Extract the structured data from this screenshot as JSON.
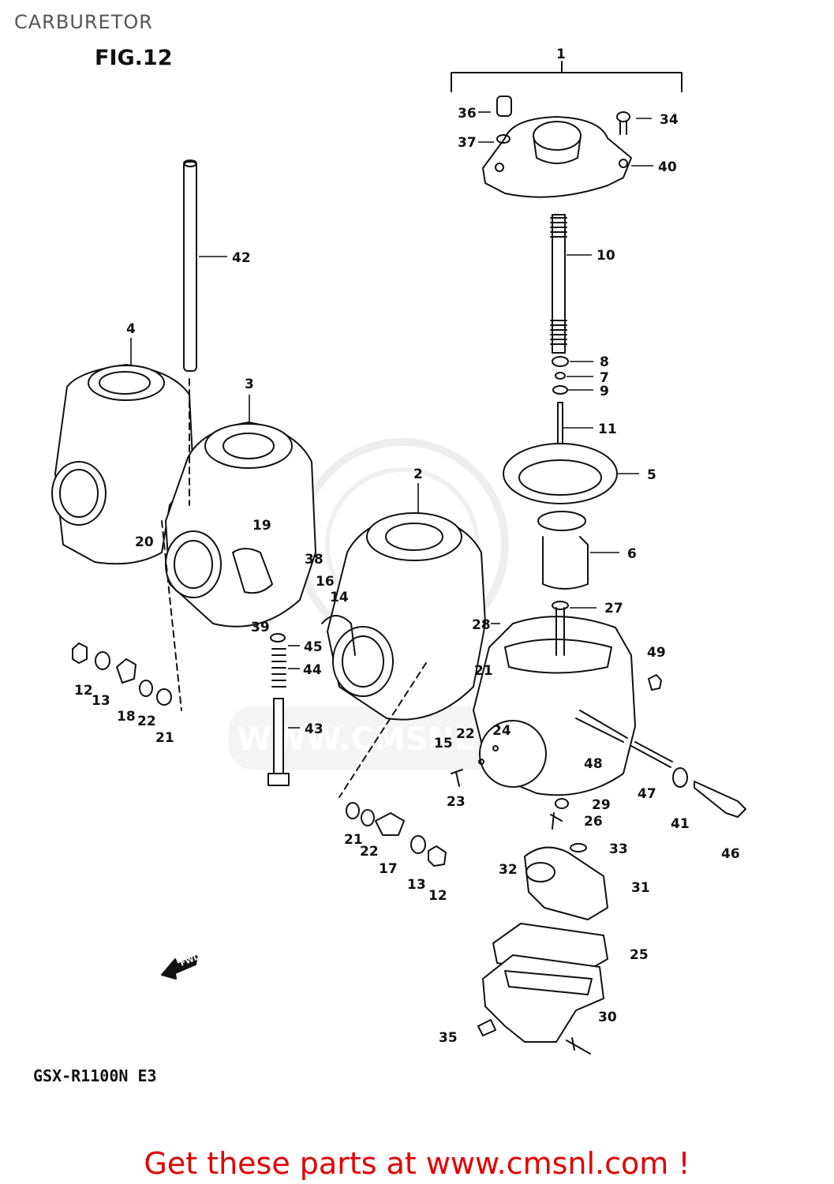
{
  "header": {
    "title": "CARBURETOR"
  },
  "figure": {
    "label": "FIG.12",
    "model": "GSX-R1100N E3",
    "fwd_label": "FWD",
    "watermark": "WWW.CMSNL.COM"
  },
  "footer": {
    "cta": "Get these parts at www.cmsnl.com !"
  },
  "colors": {
    "line": "#111111",
    "cta": "#e00000",
    "watermark": "#d8d8d8"
  },
  "callouts": [
    {
      "num": "1"
    },
    {
      "num": "36"
    },
    {
      "num": "34"
    },
    {
      "num": "37"
    },
    {
      "num": "40"
    },
    {
      "num": "10"
    },
    {
      "num": "42"
    },
    {
      "num": "8"
    },
    {
      "num": "7"
    },
    {
      "num": "9"
    },
    {
      "num": "11"
    },
    {
      "num": "4"
    },
    {
      "num": "3"
    },
    {
      "num": "5"
    },
    {
      "num": "2"
    },
    {
      "num": "6"
    },
    {
      "num": "19"
    },
    {
      "num": "20"
    },
    {
      "num": "38"
    },
    {
      "num": "16"
    },
    {
      "num": "14"
    },
    {
      "num": "27"
    },
    {
      "num": "39"
    },
    {
      "num": "28"
    },
    {
      "num": "45"
    },
    {
      "num": "49"
    },
    {
      "num": "44"
    },
    {
      "num": "21"
    },
    {
      "num": "12"
    },
    {
      "num": "13"
    },
    {
      "num": "18"
    },
    {
      "num": "22"
    },
    {
      "num": "21"
    },
    {
      "num": "43"
    },
    {
      "num": "22"
    },
    {
      "num": "24"
    },
    {
      "num": "15"
    },
    {
      "num": "48"
    },
    {
      "num": "47"
    },
    {
      "num": "23"
    },
    {
      "num": "29"
    },
    {
      "num": "41"
    },
    {
      "num": "26"
    },
    {
      "num": "46"
    },
    {
      "num": "21"
    },
    {
      "num": "22"
    },
    {
      "num": "17"
    },
    {
      "num": "13"
    },
    {
      "num": "12"
    },
    {
      "num": "33"
    },
    {
      "num": "32"
    },
    {
      "num": "31"
    },
    {
      "num": "25"
    },
    {
      "num": "30"
    },
    {
      "num": "35"
    }
  ]
}
